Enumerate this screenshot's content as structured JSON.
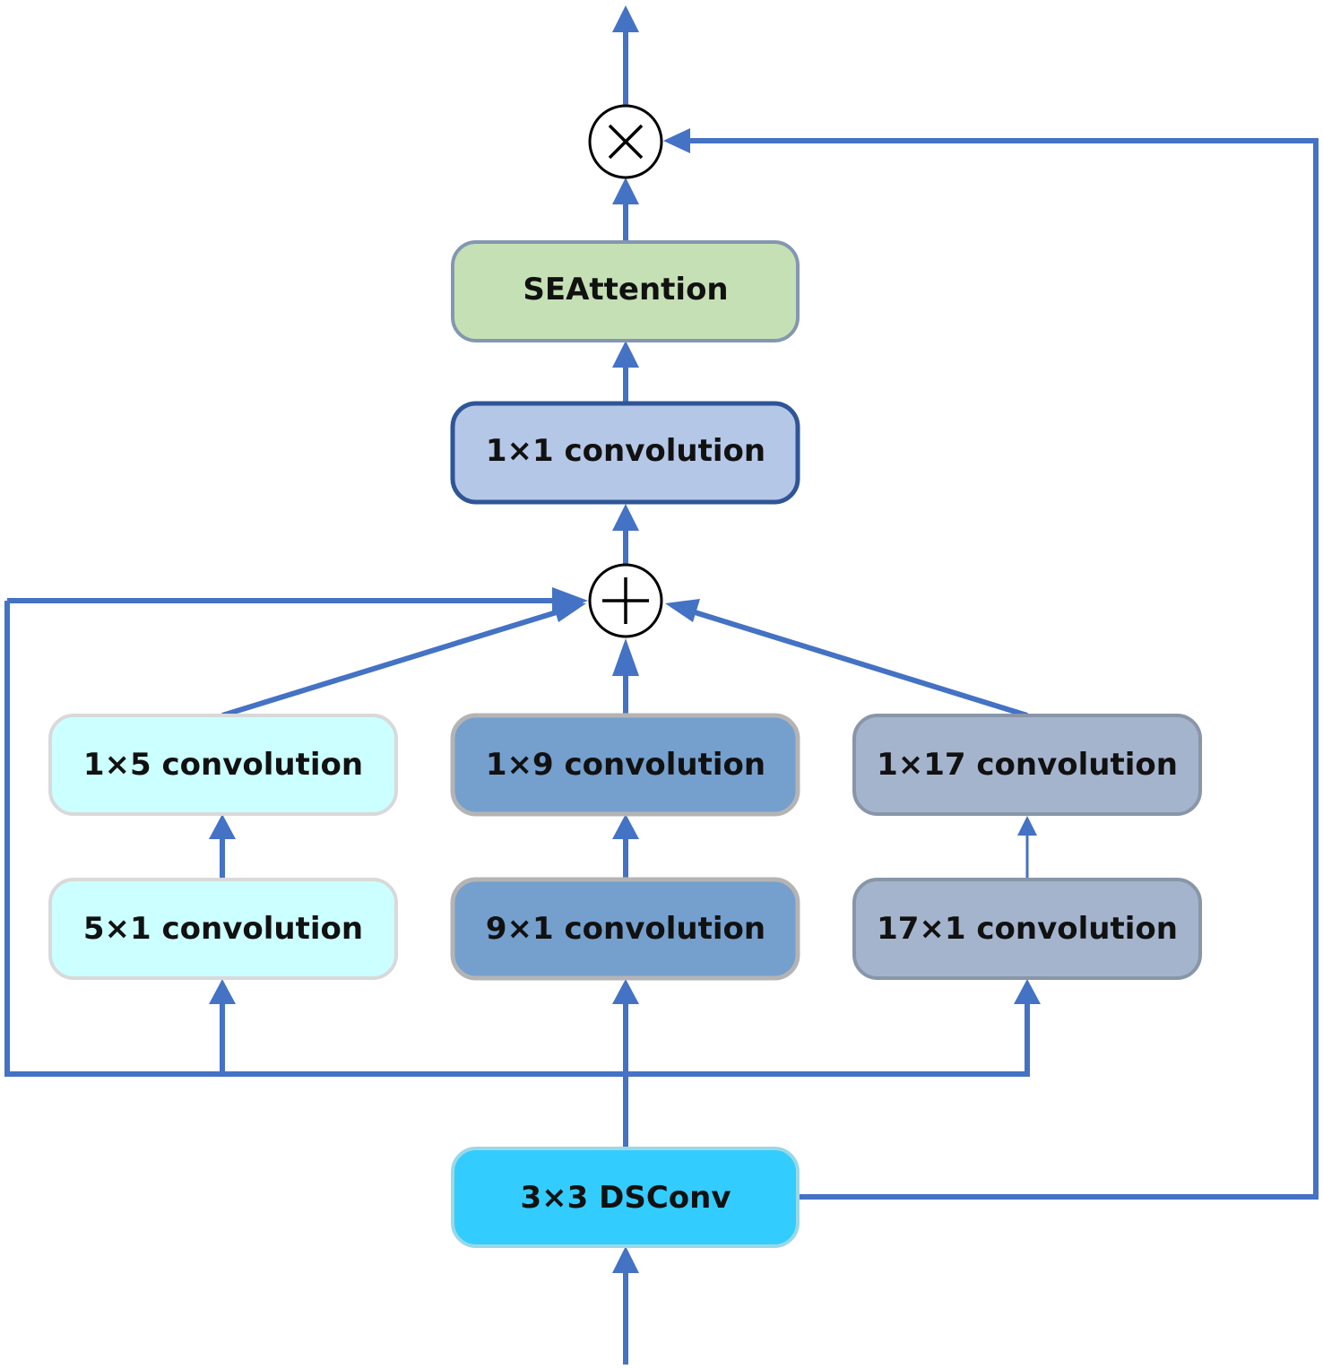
{
  "diagram": {
    "blocks": {
      "dsconv": {
        "label": "3×3 DSConv",
        "fill": "#33ccff",
        "stroke": "#9ad8e6"
      },
      "conv5x1": {
        "label": "5×1 convolution",
        "fill": "#ccffff",
        "stroke": "#d9d9d9"
      },
      "conv1x5": {
        "label": "1×5 convolution",
        "fill": "#ccffff",
        "stroke": "#d9d9d9"
      },
      "conv9x1": {
        "label": "9×1 convolution",
        "fill": "#759fcd",
        "stroke": "#b4b4b4"
      },
      "conv1x9": {
        "label": "1×9 convolution",
        "fill": "#759fcd",
        "stroke": "#b4b4b4"
      },
      "conv17x1": {
        "label": "17×1 convolution",
        "fill": "#a5b4cd",
        "stroke": "#8896a8"
      },
      "conv1x17": {
        "label": "1×17 convolution",
        "fill": "#a5b4cd",
        "stroke": "#8896a8"
      },
      "conv1x1": {
        "label": "1×1 convolution",
        "fill": "#b4c7e7",
        "stroke": "#2f5597"
      },
      "seattention": {
        "label": "SEAttention",
        "fill": "#c5e0b4",
        "stroke": "#8497b0"
      }
    },
    "operators": {
      "add": {
        "symbol": "plus"
      },
      "multiply": {
        "symbol": "times"
      }
    },
    "colors": {
      "connector": "#4472c4"
    }
  }
}
